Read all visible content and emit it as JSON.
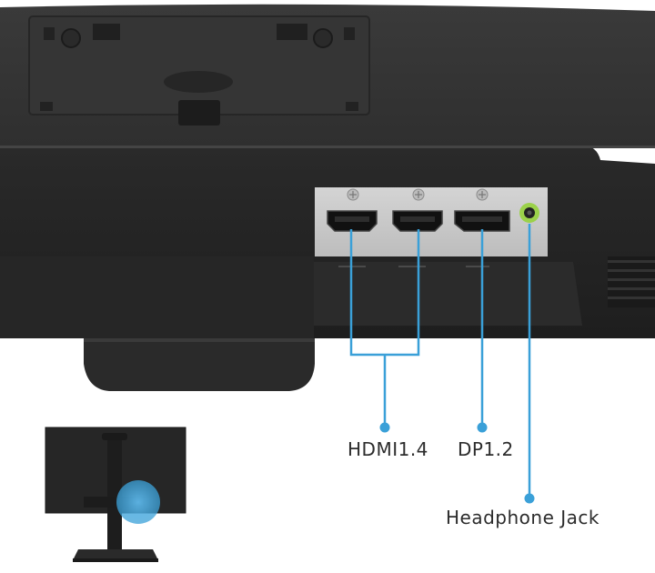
{
  "labels": {
    "hdmi": "HDMI1.4",
    "dp": "DP1.2",
    "headphone": "Headphone Jack"
  },
  "colors": {
    "callout": "#3aa0d8",
    "monitor_body": "#2a2a2a",
    "port_panel": "#c9c9c9",
    "headphone_ring": "#9bd14a"
  },
  "icons": {
    "hdmi_port": "hdmi-port-icon",
    "displayport": "displayport-port-icon",
    "audio_jack": "audio-jack-icon",
    "thumbnail": "monitor-thumbnail-icon"
  }
}
